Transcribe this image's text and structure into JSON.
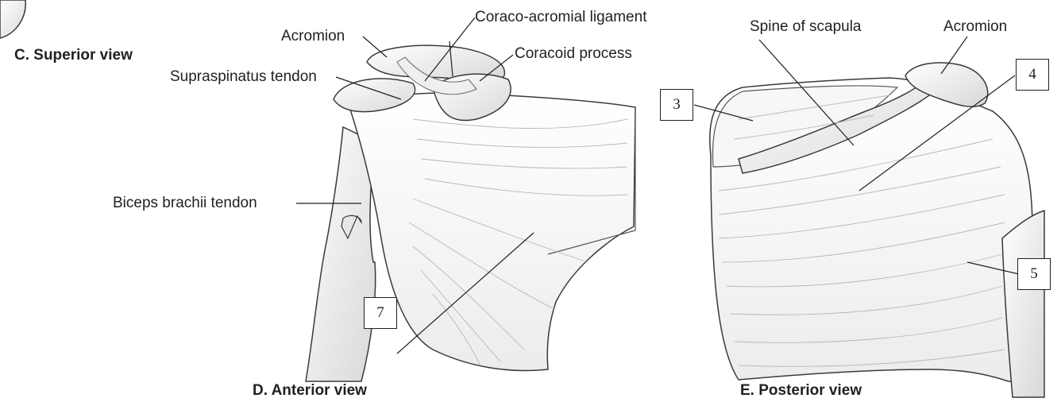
{
  "captions": {
    "superior": "C. Superior view",
    "anterior": "D. Anterior view",
    "posterior": "E. Posterior view"
  },
  "anterior_labels": {
    "acromion": "Acromion",
    "coraco_acromial_ligament": "Coraco-acromial ligament",
    "coracoid_process": "Coracoid process",
    "supraspinatus_tendon": "Supraspinatus tendon",
    "biceps_brachii_tendon": "Biceps brachii tendon",
    "box_7": "7"
  },
  "posterior_labels": {
    "spine_of_scapula": "Spine of scapula",
    "acromion": "Acromion",
    "box_3": "3",
    "box_4": "4",
    "box_5": "5"
  },
  "colors": {
    "ink": "#231f20",
    "outline": "#3a3a3a",
    "shade": "#d9d9d9",
    "muscle_fill": "#f4f4f4"
  }
}
